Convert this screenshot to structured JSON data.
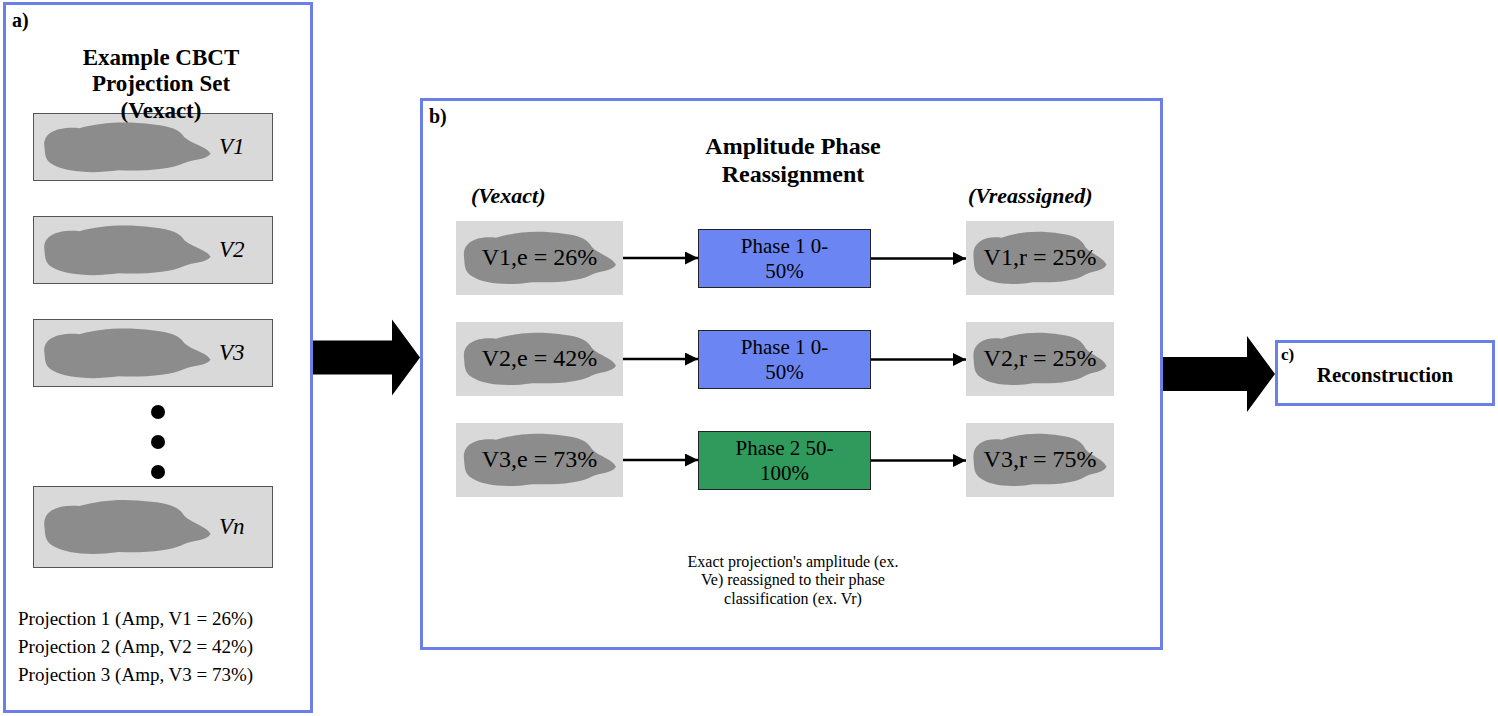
{
  "diagram": {
    "nodes": [
      {
        "text": [
          "a)",
          "Example CBCT Projection Set (Vexact)",
          "Projection 1 (Amp, V1 = 26%)",
          "Projection 2 (Amp, V2 = 42%)",
          "Projection 3 (Amp, V3 = 73%)"
        ]
      },
      {
        "text": [
          "V1"
        ],
        "in": 0
      },
      {
        "text": [
          "V2"
        ],
        "in": 0
      },
      {
        "text": [
          "V3"
        ],
        "in": 0
      },
      {
        "text": [
          "Vn"
        ],
        "in": 0
      },
      {
        "text": [
          "b)",
          "Amplitude Phase Reassignment",
          "(Vexact)",
          "(Vreassigned)",
          "Exact projection's amplitude (ex. Ve) reassigned to their phase classification (ex. Vr)"
        ]
      },
      {
        "text": [
          "V1,e = 26%"
        ],
        "in": 5
      },
      {
        "text": [
          "Phase 1 0-50%"
        ],
        "in": 5
      },
      {
        "text": [
          "V1,r = 25%"
        ],
        "in": 5
      },
      {
        "text": [
          "V2,e = 42%"
        ],
        "in": 5
      },
      {
        "text": [
          "Phase 1 0-50%"
        ],
        "in": 5
      },
      {
        "text": [
          "V2,r = 25%"
        ],
        "in": 5
      },
      {
        "text": [
          "V3,e = 73%"
        ],
        "in": 5
      },
      {
        "text": [
          "Phase 2 50-100%"
        ],
        "in": 5
      },
      {
        "text": [
          "V3,r = 75%"
        ],
        "in": 5
      },
      {
        "text": [
          "c)",
          "Reconstruction"
        ]
      }
    ],
    "edges": [
      {
        "from": 0,
        "to": 5,
        "arrow": "to"
      },
      {
        "from": 5,
        "to": 15,
        "arrow": "to"
      },
      {
        "from": 6,
        "to": 7,
        "arrow": "to"
      },
      {
        "from": 7,
        "to": 8,
        "arrow": "to"
      },
      {
        "from": 9,
        "to": 10,
        "arrow": "to"
      },
      {
        "from": 10,
        "to": 11,
        "arrow": "to"
      },
      {
        "from": 12,
        "to": 13,
        "arrow": "to"
      },
      {
        "from": 13,
        "to": 14,
        "arrow": "to"
      }
    ]
  }
}
